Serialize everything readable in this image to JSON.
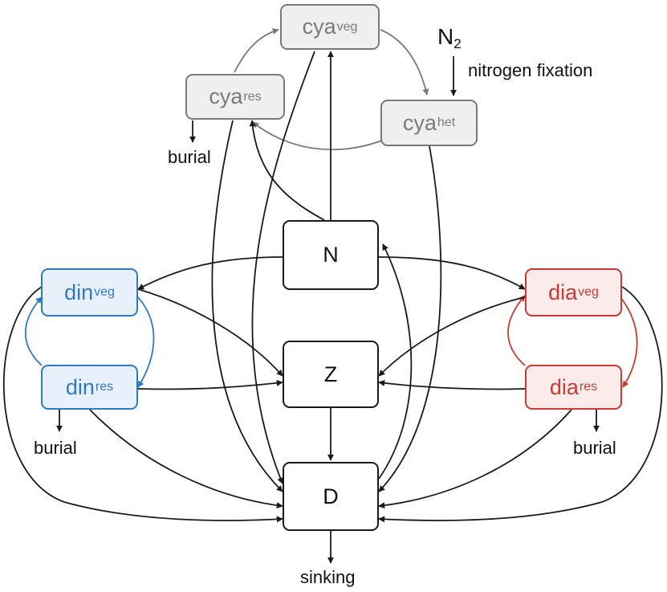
{
  "nodes": {
    "cya_veg": {
      "base": "cya",
      "sub": "veg"
    },
    "cya_res": {
      "base": "cya",
      "sub": "res"
    },
    "cya_het": {
      "base": "cya",
      "sub": "het"
    },
    "n": {
      "label": "N"
    },
    "z": {
      "label": "Z"
    },
    "d": {
      "label": "D"
    },
    "din_veg": {
      "base": "din",
      "sub": "veg"
    },
    "din_res": {
      "base": "din",
      "sub": "res"
    },
    "dia_veg": {
      "base": "dia",
      "sub": "veg"
    },
    "dia_res": {
      "base": "dia",
      "sub": "res"
    }
  },
  "labels": {
    "n2_base": "N",
    "n2_sub": "2",
    "nitrogen_fixation": "nitrogen fixation",
    "burial_cya": "burial",
    "burial_din": "burial",
    "burial_dia": "burial",
    "sinking": "sinking"
  },
  "colors": {
    "cyanobacteria": "#7a7a7a",
    "dinoflagellates": "#2d7bc7",
    "diatoms": "#cc3a36",
    "core": "#1a1a1a"
  }
}
